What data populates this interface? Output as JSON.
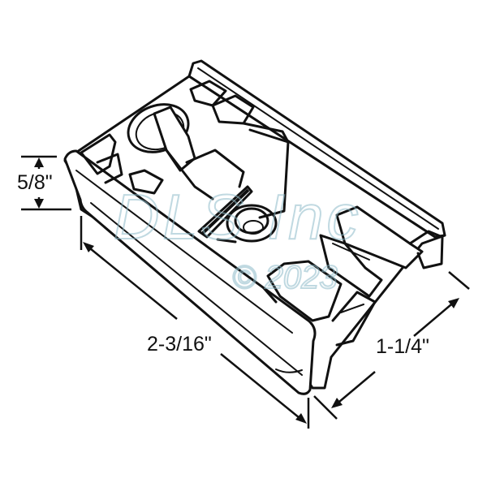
{
  "diagram": {
    "type": "technical-line-drawing",
    "subject": "hardware part isometric view",
    "line_color": "#111111",
    "background": "#ffffff"
  },
  "dimensions": {
    "height": {
      "label": "5/8\""
    },
    "length": {
      "label": "2-3/16\""
    },
    "width": {
      "label": "1-1/4\""
    }
  },
  "watermark": {
    "brand": "DLS Inc",
    "copyright": "© 2023",
    "color": "#8cb9c8"
  }
}
